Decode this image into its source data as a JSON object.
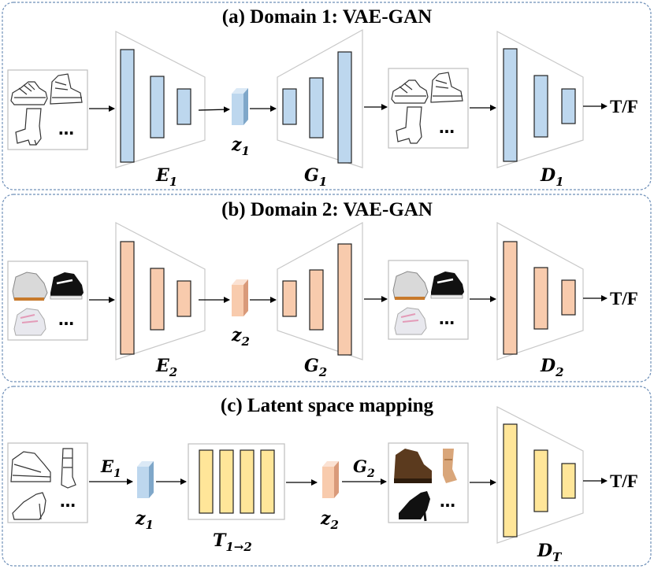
{
  "panels": [
    {
      "title": "(a)  Domain 1: VAE-GAN",
      "encoder": "E",
      "encoder_sub": "1",
      "latent": "z",
      "latent_sub": "1",
      "generator": "G",
      "generator_sub": "1",
      "discriminator": "D",
      "discriminator_sub": "1",
      "output": "T/F",
      "ellipsis_in": "…",
      "ellipsis_out": "…",
      "fill": "#bdd7ee",
      "latent_front": "#bdd7ee",
      "latent_side": "#7fa7c9",
      "latent_top": "#dbe9f6"
    },
    {
      "title": "(b)  Domain 2: VAE-GAN",
      "encoder": "E",
      "encoder_sub": "2",
      "latent": "z",
      "latent_sub": "2",
      "generator": "G",
      "generator_sub": "2",
      "discriminator": "D",
      "discriminator_sub": "2",
      "output": "T/F",
      "ellipsis_in": "…",
      "ellipsis_out": "…",
      "fill": "#f8cbad",
      "latent_front": "#f8cbad",
      "latent_side": "#d99a7a",
      "latent_top": "#fbe2d3"
    },
    {
      "title": "(c) Latent space mapping",
      "encoder": "E",
      "encoder_sub": "1",
      "latent_in": "z",
      "latent_in_sub": "1",
      "mapping": "T",
      "mapping_sub": "1→2",
      "latent_out": "z",
      "latent_out_sub": "2",
      "generator": "G",
      "generator_sub": "2",
      "discriminator": "D",
      "discriminator_sub": "T",
      "output": "T/F",
      "ellipsis_in": "…",
      "ellipsis_out": "…",
      "fill": "#ffe699"
    }
  ],
  "colors": {
    "border": "#6e8fb8",
    "stroke": "#222222",
    "trap_stroke": "#c8c8c8",
    "image_box": "#bfbfbf"
  }
}
